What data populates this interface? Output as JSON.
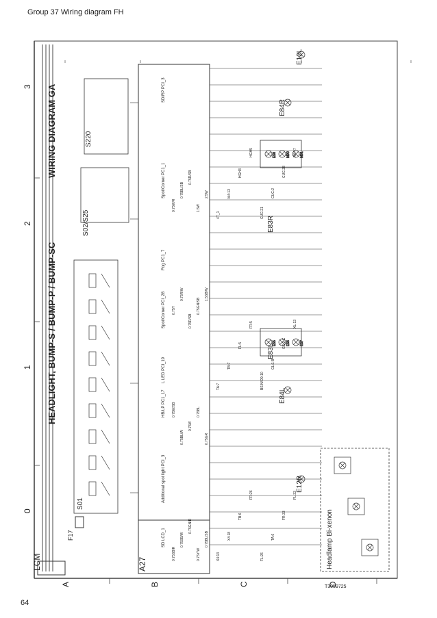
{
  "page": {
    "header": "Group 37 Wiring diagram FH",
    "page_number": "64",
    "reference": "T3059725"
  },
  "frame": {
    "columns": [
      "0",
      "1",
      "2",
      "3"
    ],
    "rows": [
      "A",
      "B",
      "C",
      "D"
    ]
  },
  "titles": {
    "main": "HEADLIGHT, BUMP-S / BUMP-P / BUMP-SC",
    "wiring": "WIRING DIAGRAM GA",
    "inset": "Headlamp Bi-xenon"
  },
  "modules": {
    "lcm": "LCM",
    "a27": "A27",
    "f17": "F17"
  },
  "components": {
    "s01": "S01",
    "s02": "S02/S25",
    "s220": "S220",
    "e83l": "E83L",
    "e83r": "E83R",
    "e84l": "E84L",
    "e84r": "E84R",
    "e12l": "E12L",
    "e12r": "E12R"
  },
  "a27_groups": [
    {
      "id": "sd",
      "label": "SD LCD_1"
    },
    {
      "id": "add",
      "label": "Additional spot light PCI_3"
    },
    {
      "id": "hbl",
      "label": "HB/LP PC1_17"
    },
    {
      "id": "led",
      "label": "L LED PCI_19"
    },
    {
      "id": "spl",
      "label": "Spot/Corner PCI_28"
    },
    {
      "id": "fog",
      "label": "Fog PC1_7"
    },
    {
      "id": "spr",
      "label": "Spot/Corner PC1_1"
    },
    {
      "id": "sdr",
      "label": "SD/RP PCI_3"
    }
  ],
  "wire_labels": [
    {
      "id": "w1",
      "text": "0.75SB/R"
    },
    {
      "id": "w2",
      "text": "0.75SB/W"
    },
    {
      "id": "w3",
      "text": "0.75GN/R"
    },
    {
      "id": "w4",
      "text": "0.75Y/W"
    },
    {
      "id": "w5",
      "text": "0.75BL/SB"
    },
    {
      "id": "w6",
      "text": "0.75W/SB"
    },
    {
      "id": "w7",
      "text": "0.75BL/W"
    },
    {
      "id": "w8",
      "text": "0.75W"
    },
    {
      "id": "w9",
      "text": "0.75BL"
    },
    {
      "id": "w10",
      "text": "0.75GR"
    },
    {
      "id": "w11",
      "text": "0.75Y"
    },
    {
      "id": "w12",
      "text": "0.75R/W"
    },
    {
      "id": "w13",
      "text": "0.75R/SB"
    },
    {
      "id": "w14",
      "text": "0.75GN/SB"
    },
    {
      "id": "w15",
      "text": "1.5SB/W"
    },
    {
      "id": "w16",
      "text": "0.75W/R"
    },
    {
      "id": "w17",
      "text": "0.75BL/SB"
    },
    {
      "id": "w18",
      "text": "0.75R/SB"
    },
    {
      "id": "w19",
      "text": "1.5W"
    },
    {
      "id": "w20",
      "text": "2.5W"
    }
  ],
  "connector_labels": [
    {
      "id": "c1",
      "text": "X4:13"
    },
    {
      "id": "c2",
      "text": "X4:18"
    },
    {
      "id": "c3",
      "text": "TB:6"
    },
    {
      "id": "c4",
      "text": "FR:26"
    },
    {
      "id": "c5",
      "text": "FL:26"
    },
    {
      "id": "c6",
      "text": "TA:6"
    },
    {
      "id": "c7",
      "text": "FR:33"
    },
    {
      "id": "c8",
      "text": "FL:33"
    },
    {
      "id": "c9",
      "text": "TA:7"
    },
    {
      "id": "c10",
      "text": "TB:7"
    },
    {
      "id": "c11",
      "text": "FL:5"
    },
    {
      "id": "c12",
      "text": "FR:5"
    },
    {
      "id": "c13",
      "text": "BS:N/O9:10"
    },
    {
      "id": "c14",
      "text": "GL:1 B"
    },
    {
      "id": "c15",
      "text": "GE:2 C"
    },
    {
      "id": "c16",
      "text": "XL:13"
    },
    {
      "id": "c17",
      "text": "4T_1"
    },
    {
      "id": "c18",
      "text": "M4:13"
    },
    {
      "id": "c19",
      "text": "HGH3"
    },
    {
      "id": "c20",
      "text": "HGH5"
    },
    {
      "id": "c21",
      "text": "CUC:21"
    },
    {
      "id": "c22",
      "text": "CUC:2"
    },
    {
      "id": "c23",
      "text": "CUC:28"
    },
    {
      "id": "c24",
      "text": "XK:47"
    }
  ],
  "lamp_labels": [
    {
      "id": "l1",
      "text": "E55"
    },
    {
      "id": "l2",
      "text": "E56"
    },
    {
      "id": "l3",
      "text": "E57"
    },
    {
      "id": "l4",
      "text": "E58"
    },
    {
      "id": "l5",
      "text": "M90"
    },
    {
      "id": "l6",
      "text": "M91"
    }
  ],
  "colors": {
    "line": "#333333",
    "frame": "#444444",
    "text": "#222222",
    "bg": "#ffffff"
  }
}
